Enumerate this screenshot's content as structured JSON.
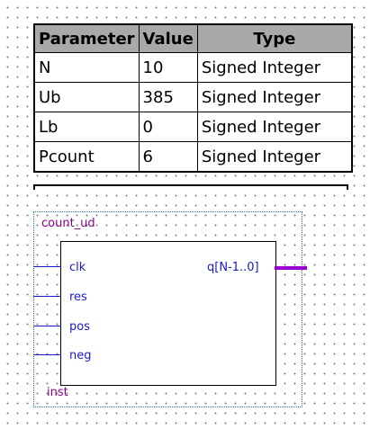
{
  "table": {
    "headers": {
      "parameter": "Parameter",
      "value": "Value",
      "type": "Type"
    },
    "rows": [
      {
        "parameter": "N",
        "value": "10",
        "type": "Signed Integer"
      },
      {
        "parameter": "Ub",
        "value": "385",
        "type": "Signed Integer"
      },
      {
        "parameter": "Lb",
        "value": "0",
        "type": "Signed Integer"
      },
      {
        "parameter": "Pcount",
        "value": "6",
        "type": "Signed Integer"
      }
    ]
  },
  "symbol": {
    "entity_name": "count_ud",
    "instance_name": "inst",
    "inputs": [
      "clk",
      "res",
      "pos",
      "neg"
    ],
    "output": "q[N-1..0]"
  },
  "colors": {
    "header_bg": "#a9a9a9",
    "pin_text": "#1a1acc",
    "instance_text": "#8b008b",
    "output_bus": "#9b00d0"
  }
}
